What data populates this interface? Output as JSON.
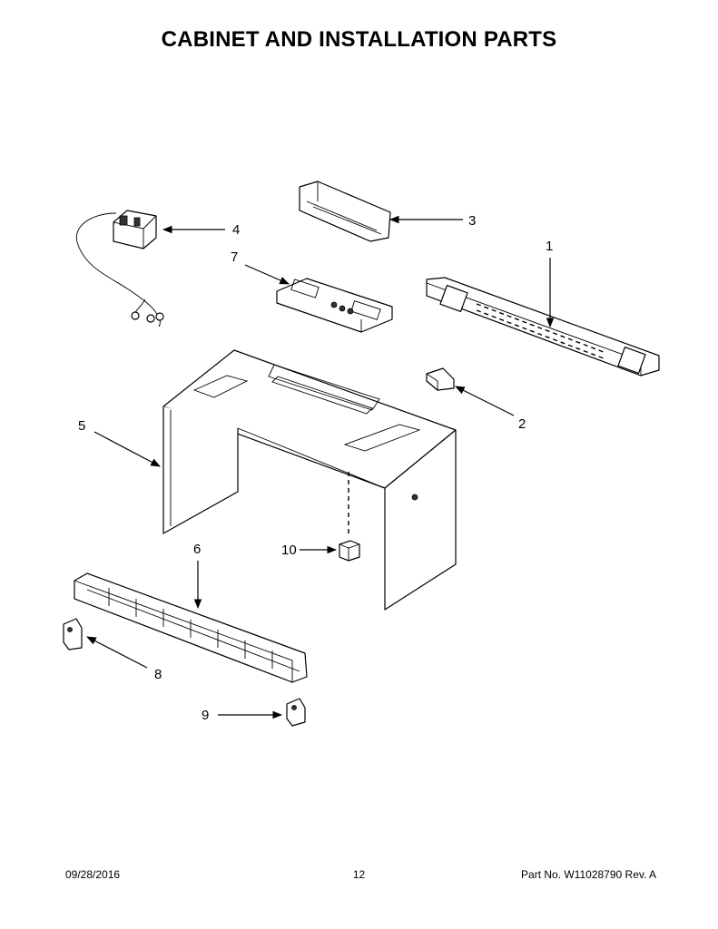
{
  "page": {
    "title": "CABINET AND INSTALLATION PARTS"
  },
  "callouts": [
    {
      "id": "1",
      "label": "1"
    },
    {
      "id": "2",
      "label": "2"
    },
    {
      "id": "3",
      "label": "3"
    },
    {
      "id": "4",
      "label": "4"
    },
    {
      "id": "5",
      "label": "5"
    },
    {
      "id": "6",
      "label": "6"
    },
    {
      "id": "7",
      "label": "7"
    },
    {
      "id": "8",
      "label": "8"
    },
    {
      "id": "9",
      "label": "9"
    },
    {
      "id": "10",
      "label": "10"
    }
  ],
  "footer": {
    "date": "09/28/2016",
    "page_number": "12",
    "part_number": "Part No.  W11028790  Rev.  A"
  }
}
